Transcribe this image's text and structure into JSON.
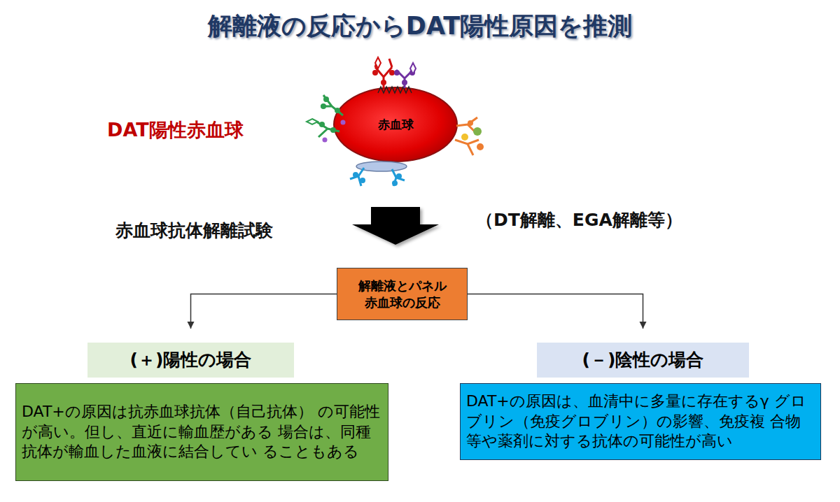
{
  "diagram": {
    "title": "解離液の反応からDAT陽性原因を推測",
    "nodes": [
      {
        "text": [
          "赤血球"
        ]
      },
      {
        "text": [
          "解離液とパネル 赤血球の反応"
        ]
      },
      {
        "text": [
          "(＋)陽性の場合"
        ]
      },
      {
        "text": [
          "DAT+の原因は抗赤血球抗体（自己抗体） の可能性が高い。但し、直近に輸血歴がある 場合は、同種抗体が輸血した血液に結合してい ることもある"
        ]
      },
      {
        "text": [
          "(－)陰性の場合"
        ]
      },
      {
        "text": [
          "DAT+の原因は、血清中に多量に存在するγ グロブリン（免疫グロブリン）の影響、免疫複 合物等や薬剤に対する抗体の可能性が高い"
        ]
      }
    ],
    "edges": [
      {
        "from": 0,
        "to": 1,
        "arrow": "to"
      },
      {
        "from": 1,
        "to": 2,
        "arrow": "to"
      },
      {
        "from": 1,
        "to": 4,
        "arrow": "to"
      }
    ],
    "labels": [
      "DAT陽性赤血球",
      "赤血球抗体解離試験",
      "（DT解離、EGA解離等）"
    ]
  }
}
